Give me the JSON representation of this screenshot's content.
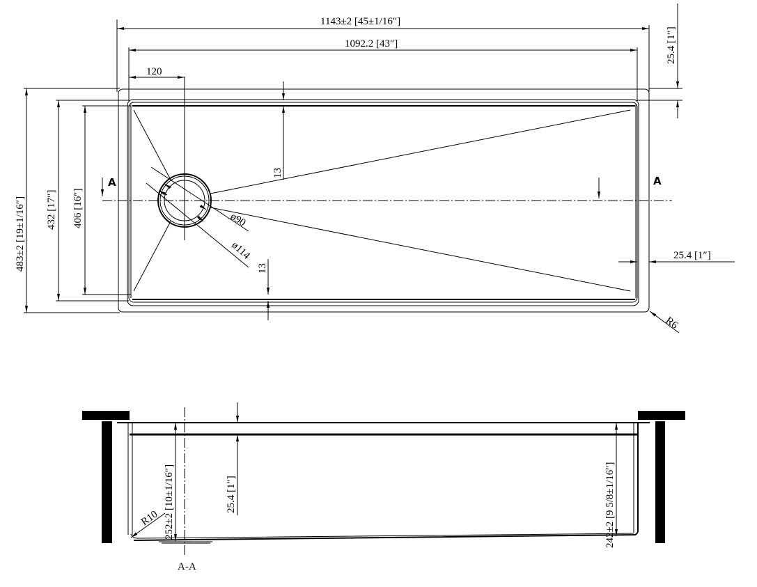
{
  "drawing": {
    "type": "undermount sink technical drawing",
    "top_view": {
      "overall_width": "1143±2 [45±1/16″]",
      "bowl_width": "1092.2 [43″]",
      "drain_offset": "120",
      "flange_top": "25.4 [1″]",
      "flange_right": "25.4 [1″]",
      "overall_height": "483±2 [19±1/16″]",
      "height_432": "432 [17″]",
      "height_406": "406 [16″]",
      "slope_top": "13",
      "slope_bottom": "13",
      "drain_inner_dia": "ø90",
      "drain_outer_dia": "ø114",
      "corner_radius": "R6",
      "section_mark_left": "A",
      "section_mark_right": "A"
    },
    "section_view": {
      "label": "A-A",
      "depth_left": "252±2 [10±1/16″]",
      "depth_right": "242±2 [9 5/8±1/16″]",
      "ledge_depth": "25.4 [1″]",
      "inner_radius": "R10"
    }
  }
}
